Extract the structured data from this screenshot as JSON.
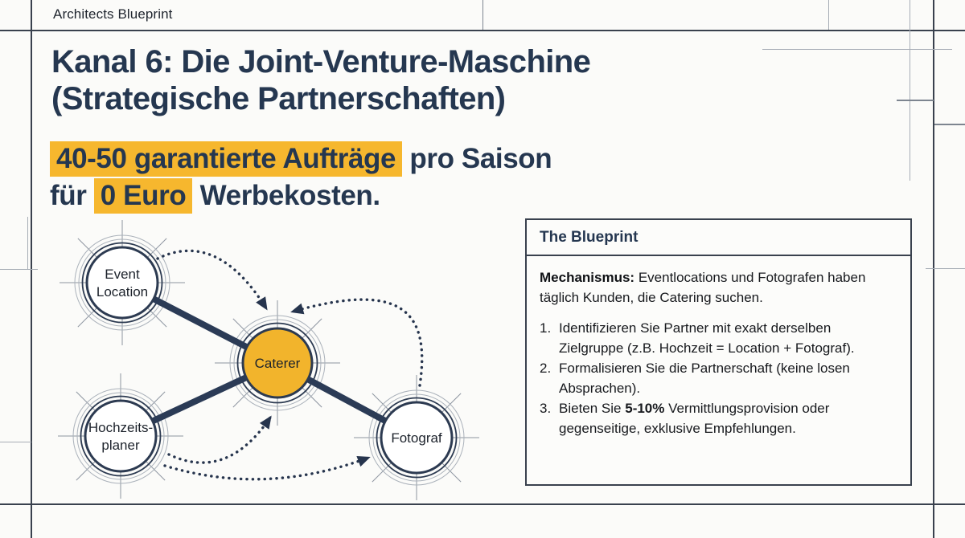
{
  "page": {
    "background": "#FBFBF9",
    "accent_navy": "#253750",
    "accent_yellow": "#F6B72E",
    "frame_line_color": "#39414E"
  },
  "header": {
    "brand": "Architects Blueprint"
  },
  "title": {
    "line1": "Kanal 6: Die Joint-Venture-Maschine",
    "line2": "(Strategische Partnerschaften)"
  },
  "subtitle": {
    "highlight1": "40-50 garantierte Aufträge",
    "rest1": " pro Saison",
    "pre2": "für ",
    "highlight2": "0 Euro",
    "rest2": " Werbekosten."
  },
  "blueprint_box": {
    "title": "The Blueprint",
    "mechanism_label": "Mechanismus:",
    "mechanism_text": " Eventlocations und Fotografen haben täglich Kunden, die Catering suchen.",
    "steps": [
      {
        "num": "1.",
        "text": "Identifizieren Sie Partner mit exakt derselben Zielgruppe (z.B. Hochzeit = Location + Fotograf)."
      },
      {
        "num": "2.",
        "text": "Formalisieren Sie die Partnerschaft (keine losen Absprachen)."
      },
      {
        "num": "3.",
        "pre": "Bieten Sie ",
        "bold": "5-10%",
        "post": " Vermittlungsprovision oder gegenseitige, exklusive Empfehlungen."
      }
    ]
  },
  "diagram": {
    "nodes": [
      {
        "id": "event-location",
        "label_line1": "Event",
        "label_line2": "Location",
        "fill": "#FFFFFF"
      },
      {
        "id": "caterer",
        "label_line1": "Caterer",
        "fill": "#F2B42C"
      },
      {
        "id": "hochzeitsplaner",
        "label_line1": "Hochzeits-",
        "label_line2": "planer",
        "fill": "#FFFFFF"
      },
      {
        "id": "fotograf",
        "label_line1": "Fotograf",
        "fill": "#FFFFFF"
      }
    ],
    "solid_links": [
      [
        "event-location",
        "caterer"
      ],
      [
        "hochzeitsplaner",
        "caterer"
      ],
      [
        "caterer",
        "fotograf"
      ]
    ],
    "dotted_links": [
      [
        "event-location",
        "caterer"
      ],
      [
        "fotograf",
        "caterer"
      ],
      [
        "hochzeitsplaner",
        "caterer"
      ],
      [
        "hochzeitsplaner",
        "fotograf"
      ]
    ]
  }
}
